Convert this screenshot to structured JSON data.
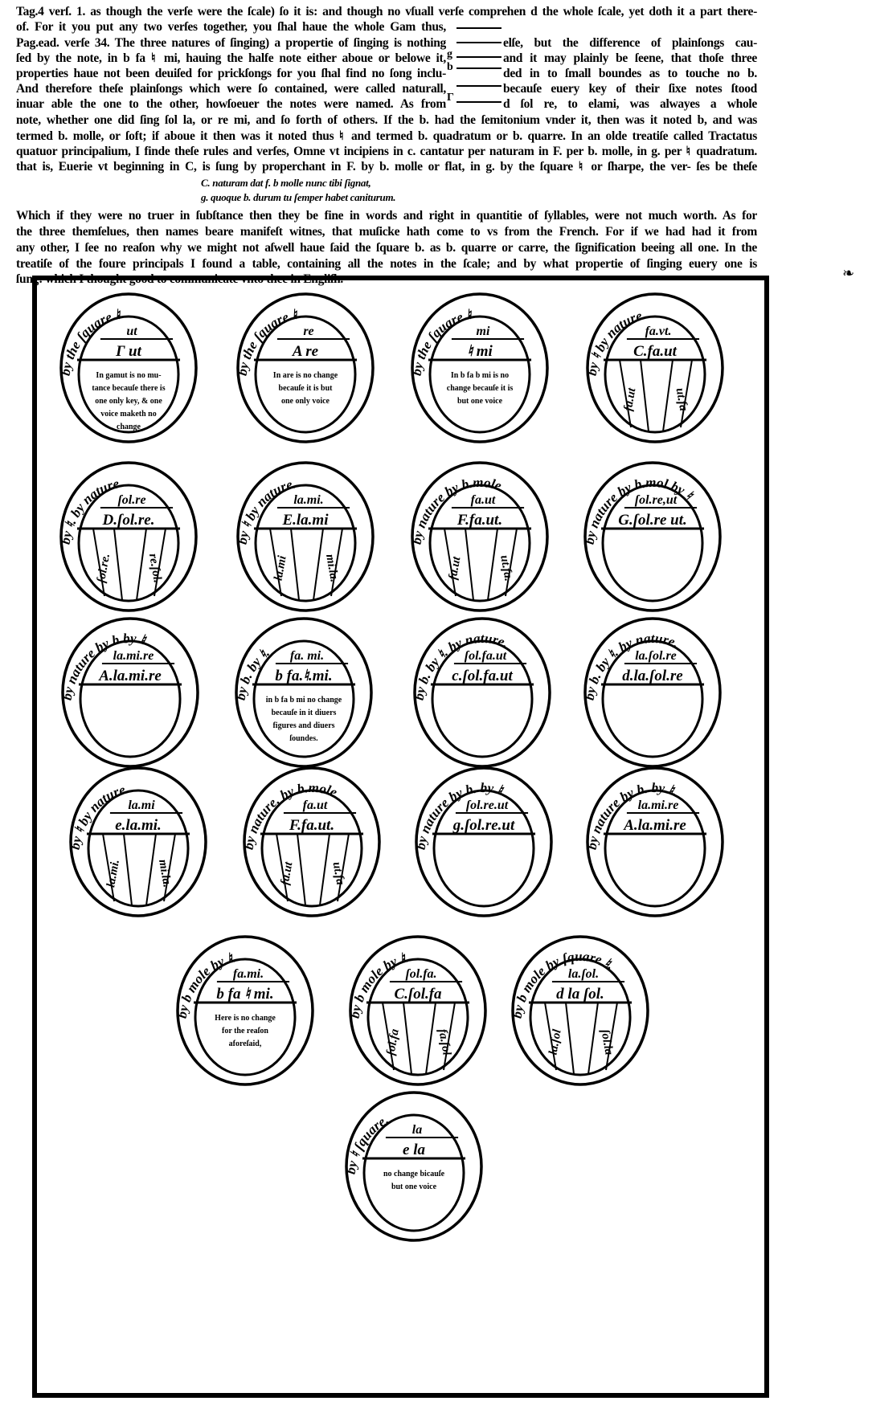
{
  "text": {
    "line1": "Tag.4 verſ. 1. as though the verſe were the ſcale) ſo it is: and though no vſuall verſe comprehen d the whole ſcale, yet doth it a part there-",
    "line2_left": "of. For it you put any two verſes together, you ſhal haue the whole Gam thus,",
    "line3_left": "Pag.ead. verſe 34. The three natures of ſinging) a propertie of ſinging is nothing",
    "line3_right": "elſe, but the difference of plainſongs cau-",
    "line4_left": "ſed by the note, in b fa ♮ mi, hauing the halfe note either aboue or belowe it,",
    "line4_right": "and it may plainly be ſeene, that thoſe three",
    "line5_left": "properties haue not been deuiſed for prickſongs for you ſhal find no ſong inclu-",
    "line5_right": "ded in to ſmall boundes as to touche no b.",
    "line6_left": "And therefore theſe plainſongs which were ſo contained, were called naturall,",
    "line6_right": "becauſe euery key of their ſixe notes ſtood",
    "line7_left": "inuar able the one to the other, howſoeuer the notes were named. As from",
    "line7_right": "d ſol re, to elami, was alwayes a whole",
    "line8": "note, whether one did ſing ſol la, or re mi, and ſo forth of others. If the b. had the ſemitonium vnder it, then was it noted b, and was",
    "line9": "termed b. molle, or ſoft; if aboue it then was it noted thus ♮ and termed b. quadratum or b. quarre. In an olde treatiſe called Tractatus",
    "line10": "quatuor principalium, I finde theſe rules and verſes, Omne vt incipiens in c. cantatur per naturam in F. per b. molle, in g. per ♮ quadratum.",
    "line11": "that is, Euerie vt beginning in C, is ſung by properchant in F. by b. molle or flat, in g. by the ſquare ♮ or ſharpe, the ver- ſes be theſe",
    "verse1": "C. naturam dat f. b molle nunc tibi ſignat,",
    "verse2": "g. quoque b. durum tu ſemper habet caniturum.",
    "line14": "Which if they were no truer in ſubſtance then they be fine in words and right in quantitie of ſyllables, were not much worth. As for",
    "line15": "the three themſelues, then names beare manifeſt witnes, that muſicke hath come to vs from the French. For if we had had it from",
    "line16": "any other, I ſee no reaſon why we might not aſwell haue ſaid the ſquare b. as b. quarre or carre, the ſignification beeing all one. In the",
    "line17": "treatiſe of the foure principals I found a table, containing all the notes in the ſcale; and by what propertie of ſinging euery one is",
    "line18": "ſung: which I thought good to communicate vnto thee in Engliſh.",
    "scale_gamma": "Γ",
    "scale_b": "b",
    "scale_g": "g"
  },
  "circles": [
    {
      "arc": "by the ſquare ♮",
      "top": "ut",
      "main": "Γ   ut",
      "body": [
        "In gamut is no mu-",
        "tance becauſe there is",
        "one only key, & one",
        "voice maketh no",
        "change"
      ],
      "bands": []
    },
    {
      "arc": "by the ſquare ♮",
      "top": "re",
      "main": "A   re",
      "body": [
        "In are is no change",
        "becauſe it is but",
        "one only voice"
      ],
      "bands": []
    },
    {
      "arc": "by the ſquare ♮",
      "top": "mi",
      "main": "♮   mi",
      "body": [
        "In b fa b mi is no",
        "change becauſe it is",
        "but one voice"
      ],
      "bands": []
    },
    {
      "arc": "by ♮ by nature",
      "top": "fa.vt.",
      "main": "C.fa.ut",
      "body": [],
      "bands": [
        "fa.ut",
        "ut.fa"
      ]
    },
    {
      "arc": "by ♮. by nature",
      "top": "ſol.re",
      "main": "D.ſol.re.",
      "body": [],
      "bands": [
        "ſol.re.",
        "re.ſol."
      ]
    },
    {
      "arc": "by ♮ by nature.",
      "top": "la.mi.",
      "main": "E.la.mi",
      "body": [],
      "bands": [
        "la.mi",
        "mi.la."
      ]
    },
    {
      "arc": "by nature by b.mole",
      "top": "fa.ut",
      "main": "F.fa.ut.",
      "body": [],
      "bands": [
        "fa.ut",
        "ut.fa."
      ]
    },
    {
      "arc": "by nature by b.mol by ♮",
      "top": "ſol.re,ut",
      "main": "G.ſol.re ut.",
      "body": [],
      "bands": []
    },
    {
      "arc": "by nature by b  by ♮.",
      "top": "la.mi.re",
      "main": "A.la.mi.re",
      "body": [],
      "bands": []
    },
    {
      "arc": "by b.  by ♮.",
      "top": "fa.  mi.",
      "main": "b fa.♮.mi.",
      "body": [
        "in b fa b mi no change",
        "becauſe in it diuers",
        "figures and diuers",
        "ſoundes."
      ],
      "bands": []
    },
    {
      "arc": "by b. by ♮. by nature.",
      "top": "ſol.fa.ut",
      "main": "c.ſol.fa.ut",
      "body": [],
      "bands": []
    },
    {
      "arc": "by b. by ♮. by nature.",
      "top": "la.ſol.re",
      "main": "d.la.ſol.re",
      "body": [],
      "bands": []
    },
    {
      "arc": "by ♮  by nature",
      "top": "la.mi",
      "main": "e.la.mi.",
      "body": [],
      "bands": [
        "la.mi.",
        "mi.la."
      ]
    },
    {
      "arc": "by nature. by b.mole",
      "top": "fa.ut",
      "main": "F.fa.ut.",
      "body": [],
      "bands": [
        "fa.ut",
        "ut.fa"
      ]
    },
    {
      "arc": "by nature by b. by ♮",
      "top": "ſol.re.ut",
      "main": "g.ſol.re.ut",
      "body": [],
      "bands": []
    },
    {
      "arc": "by nature by b. by ♮.",
      "top": "la.mi.re",
      "main": "A.la.mi.re",
      "body": [],
      "bands": []
    },
    {
      "arc": "by b mole by ♮.",
      "top": "fa.mi.",
      "main": "b fa ♮ mi.",
      "body": [
        "Here is no change",
        "for the reaſon",
        "aforeſaid,"
      ],
      "bands": []
    },
    {
      "arc": "by b mole by ♮.",
      "top": "ſol.fa.",
      "main": "C.ſol.fa",
      "body": [],
      "bands": [
        "ſol.fa",
        "fa.ſol"
      ]
    },
    {
      "arc": "by b mole by ſquare ♮.",
      "top": "la.ſol.",
      "main": "d la ſol.",
      "body": [],
      "bands": [
        "la.ſol",
        "ſol.la"
      ]
    },
    {
      "arc": "by ♮ ſquare.",
      "top": "la",
      "main": "e   la",
      "body": [
        "no change bicauſe",
        "but one voice"
      ],
      "bands": []
    }
  ]
}
